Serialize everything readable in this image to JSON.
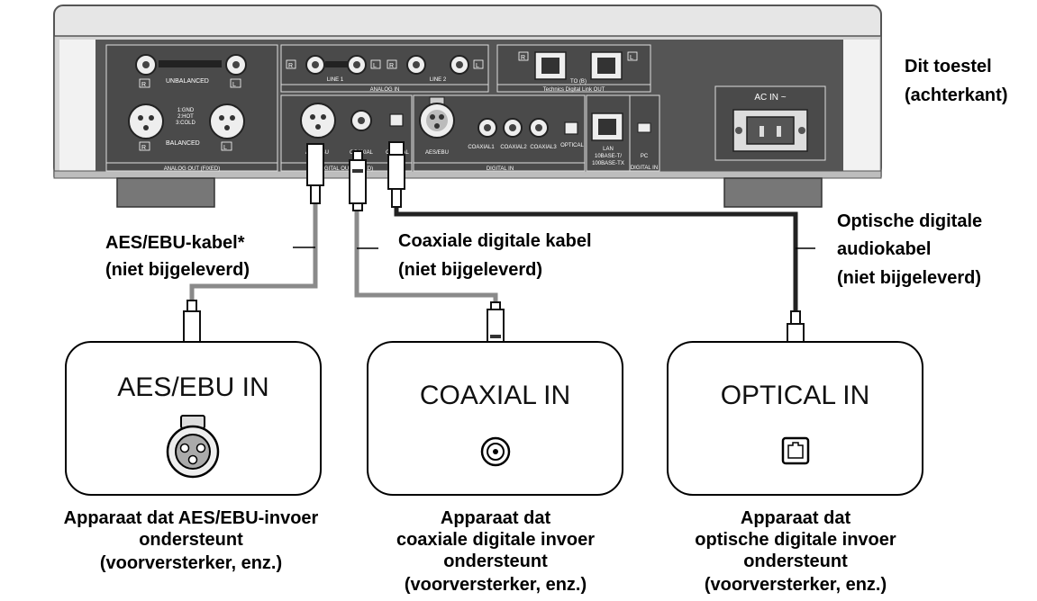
{
  "device": {
    "label_line1": "Dit toestel",
    "label_line2": "(achterkant)",
    "panel": {
      "r": "R",
      "l": "L",
      "unbalanced": "UNBALANCED",
      "balanced": "BALANCED",
      "xlr_pins": [
        "1:GND",
        "2:HOT",
        "3:COLD"
      ],
      "analog_out": "ANALOG OUT (FIXED)",
      "line1": "LINE 1",
      "line2": "LINE 2",
      "analog_in": "ANALOG   IN",
      "tdl_out": "Technics Digital Link OUT",
      "to_label": "TO (B)",
      "aes_ebu_out": "AES/EBU",
      "coaxial_out": "COAXIAL",
      "optical_out": "OPTICAL",
      "digital_out": "DIGITAL OUT (FIXED)",
      "aes_ebu_in": "AES/EBU",
      "coaxial1": "COAXIAL1",
      "coaxial2": "COAXIAL2",
      "coaxial3": "COAXIAL3",
      "optical_in": "OPTICAL",
      "digital_in": "DIGITAL IN",
      "lan": "LAN",
      "lan_spec1": "10BASE-T/",
      "lan_spec2": "100BASE-TX",
      "pc": "PC",
      "pc_digital_in": "DIGITAL IN",
      "ac_in": "AC IN ~"
    }
  },
  "cables": {
    "aes": {
      "line1": "AES/EBU-kabel*",
      "line2": "(niet bijgeleverd)"
    },
    "coax": {
      "line1": "Coaxiale digitale kabel",
      "line2": "(niet bijgeleverd)"
    },
    "optical": {
      "line1": "Optische digitale",
      "line2": "audiokabel",
      "line3": "(niet bijgeleverd)"
    }
  },
  "targets": {
    "aes": {
      "title": "AES/EBU IN",
      "caption": [
        "Apparaat dat AES/EBU-invoer",
        "ondersteunt",
        "(voorversterker, enz.)"
      ]
    },
    "coax": {
      "title": "COAXIAL IN",
      "caption": [
        "Apparaat dat",
        "coaxiale digitale invoer",
        "ondersteunt",
        "(voorversterker, enz.)"
      ]
    },
    "optical": {
      "title": "OPTICAL IN",
      "caption": [
        "Apparaat dat",
        "optische digitale invoer",
        "ondersteunt",
        "(voorversterker, enz.)"
      ]
    }
  }
}
